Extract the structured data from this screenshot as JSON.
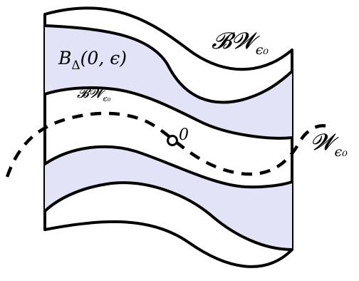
{
  "labels": {
    "outer_band": {
      "main": "𝓑𝓦",
      "sub": "ϵ₀"
    },
    "ball": "B_Δ(0, ϵ)",
    "ball_main": "B",
    "ball_sub": "Δ",
    "ball_args": "(0, ϵ)",
    "inner_band": {
      "main": "𝓑𝓦",
      "sub": "ϵ₀"
    },
    "manifold": {
      "main": "𝓦",
      "sub": "ϵ₀"
    },
    "origin": "0"
  },
  "colors": {
    "band_fill": "#e3e3f7",
    "stroke": "#000000"
  }
}
